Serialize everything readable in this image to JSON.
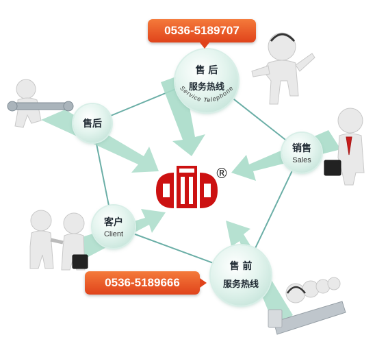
{
  "hotlines": {
    "service_phone": "0536-5189707",
    "presales_phone": "0536-5189666"
  },
  "nodes": {
    "service": {
      "line1": "售 后",
      "line2": "服务热线",
      "curved_en": "Service Telephone"
    },
    "aftersales": {
      "label": "售后"
    },
    "sales": {
      "zh": "销售",
      "en": "Sales"
    },
    "client": {
      "zh": "客户",
      "en": "Client"
    },
    "presales": {
      "line1": "售 前",
      "line2": "服务热线"
    }
  },
  "logo": {
    "registered_mark": "®"
  },
  "colors": {
    "accent_orange": "#e8542a",
    "logo_red": "#cc1111",
    "arrow_green": "#a9dcc9",
    "link_teal": "#6aaea6"
  }
}
